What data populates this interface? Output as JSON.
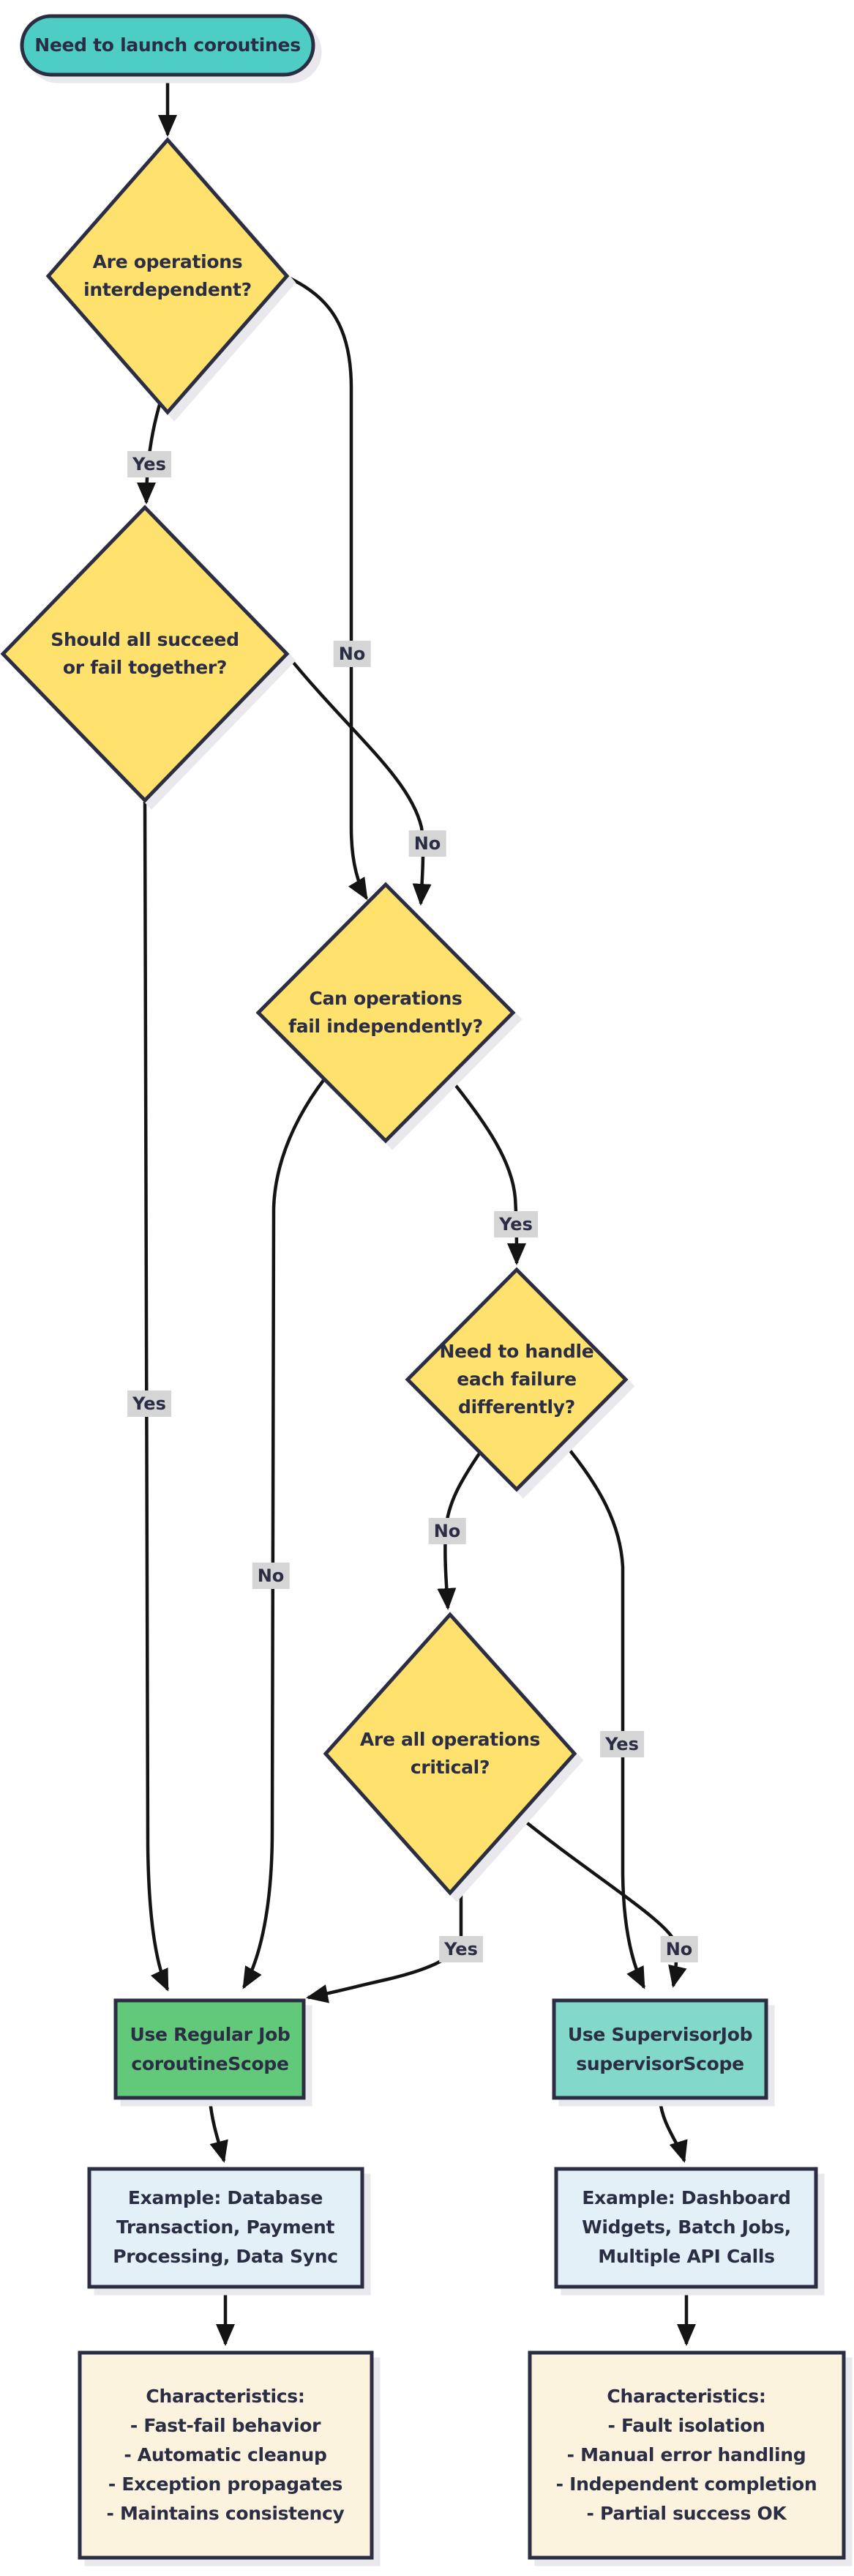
{
  "flowchart": {
    "colors": {
      "start_fill": "#4ECDC4",
      "decision_fill": "#FFE16E",
      "regular_fill": "#62C87A",
      "supervisor_fill": "#82D8C9",
      "example_fill": "#E4F0F8",
      "characteristics_fill": "#FCF3DE",
      "border": "#2B2D42",
      "edge_line": "#141414",
      "edge_label_bg": "#D5D5D5",
      "text": "#2A2D43"
    },
    "nodes": {
      "start": {
        "type": "start",
        "label": "Need to launch coroutines"
      },
      "interdependent": {
        "type": "decision",
        "label": "Are operations\ninterdependent?"
      },
      "succeed_fail": {
        "type": "decision",
        "label": "Should all succeed\nor fail together?"
      },
      "fail_independently": {
        "type": "decision",
        "label": "Can operations\nfail independently?"
      },
      "handle_differently": {
        "type": "decision",
        "label": "Need to handle\neach failure\ndifferently?"
      },
      "all_critical": {
        "type": "decision",
        "label": "Are all operations\ncritical?"
      },
      "regular_job": {
        "type": "result",
        "label": "Use Regular Job\ncoroutineScope"
      },
      "supervisor_job": {
        "type": "result",
        "label": "Use SupervisorJob\nsupervisorScope"
      },
      "example_regular": {
        "type": "example",
        "label": "Example: Database\nTransaction, Payment\nProcessing, Data Sync"
      },
      "example_supervisor": {
        "type": "example",
        "label": "Example: Dashboard\nWidgets, Batch Jobs,\nMultiple API Calls"
      },
      "characteristics_regular": {
        "type": "characteristics",
        "label": "Characteristics:\n- Fast-fail behavior\n- Automatic cleanup\n- Exception propagates\n- Maintains consistency"
      },
      "characteristics_supervisor": {
        "type": "characteristics",
        "label": "Characteristics:\n- Fault isolation\n- Manual error handling\n- Independent completion\n- Partial success OK"
      }
    },
    "edges": [
      {
        "from": "start",
        "to": "interdependent",
        "label": ""
      },
      {
        "from": "interdependent",
        "to": "succeed_fail",
        "label": "Yes"
      },
      {
        "from": "interdependent",
        "to": "fail_independently",
        "label": "No"
      },
      {
        "from": "succeed_fail",
        "to": "regular_job",
        "label": "Yes"
      },
      {
        "from": "succeed_fail",
        "to": "fail_independently",
        "label": "No"
      },
      {
        "from": "fail_independently",
        "to": "handle_differently",
        "label": "Yes"
      },
      {
        "from": "fail_independently",
        "to": "regular_job",
        "label": "No"
      },
      {
        "from": "handle_differently",
        "to": "all_critical",
        "label": "No"
      },
      {
        "from": "handle_differently",
        "to": "supervisor_job",
        "label": "Yes"
      },
      {
        "from": "all_critical",
        "to": "regular_job",
        "label": "Yes"
      },
      {
        "from": "all_critical",
        "to": "supervisor_job",
        "label": "No"
      },
      {
        "from": "regular_job",
        "to": "example_regular",
        "label": ""
      },
      {
        "from": "supervisor_job",
        "to": "example_supervisor",
        "label": ""
      },
      {
        "from": "example_regular",
        "to": "characteristics_regular",
        "label": ""
      },
      {
        "from": "example_supervisor",
        "to": "characteristics_supervisor",
        "label": ""
      }
    ]
  }
}
